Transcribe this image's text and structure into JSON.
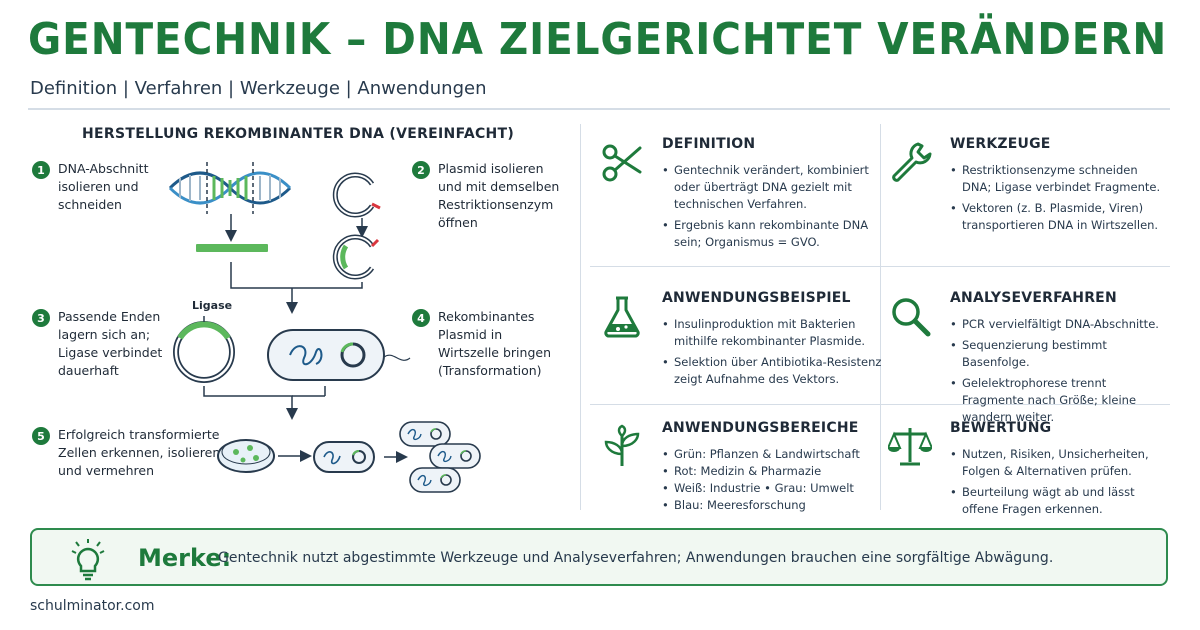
{
  "header": {
    "title": "GENTECHNIK – DNA ZIELGERICHTET VERÄNDERN",
    "subtitle": "Definition  |  Verfahren  |  Werkzeuge  |  Anwendungen"
  },
  "diagram": {
    "title": "HERSTELLUNG REKOMBINANTER DNA (VEREINFACHT)",
    "ligase_label": "Ligase",
    "steps": [
      {
        "num": "1",
        "text": "DNA-Abschnitt\nisolieren und\nschneiden"
      },
      {
        "num": "2",
        "text": "Plasmid isolieren\nund mit demselben\nRestriktionsenzym\nöffnen"
      },
      {
        "num": "3",
        "text": "Passende Enden\nlagern sich an;\nLigase verbindet\ndauerhaft"
      },
      {
        "num": "4",
        "text": "Rekombinantes\nPlasmid in\nWirtszelle bringen\n(Transformation)"
      },
      {
        "num": "5",
        "text": "Erfolgreich transformierte\nZellen erkennen, isolieren\nund vermehren"
      }
    ]
  },
  "cards": {
    "definition": {
      "title": "DEFINITION",
      "icon": "scissors-icon",
      "items": [
        "Gentechnik verändert, kombiniert oder überträgt DNA gezielt mit technischen Verfahren.",
        "Ergebnis kann rekombinante DNA sein; Organismus = GVO."
      ]
    },
    "werkzeuge": {
      "title": "WERKZEUGE",
      "icon": "wrench-icon",
      "items": [
        "Restriktionsenzyme schneiden DNA; Ligase verbindet Fragmente.",
        "Vektoren (z. B. Plasmide, Viren) transportieren DNA in Wirtszellen."
      ]
    },
    "anwendungsbeispiel": {
      "title": "ANWENDUNGSBEISPIEL",
      "icon": "flask-icon",
      "items": [
        "Insulinproduktion mit Bakterien mithilfe rekombinanter Plasmide.",
        "Selektion über Antibiotika-Resistenz zeigt Aufnahme des Vektors."
      ]
    },
    "analyseverfahren": {
      "title": "ANALYSEVERFAHREN",
      "icon": "magnifier-icon",
      "items": [
        "PCR vervielfältigt DNA-Abschnitte.",
        "Sequenzierung bestimmt Basenfolge.",
        "Gelelektrophorese trennt Fragmente nach Größe; kleine wandern weiter."
      ]
    },
    "anwendungsbereiche": {
      "title": "ANWENDUNGSBEREICHE",
      "icon": "plant-icon",
      "items": [
        "Grün: Pflanzen & Landwirtschaft",
        "Rot: Medizin & Pharmazie",
        "Weiß: Industrie  •  Grau: Umwelt",
        "Blau: Meeresforschung"
      ]
    },
    "bewertung": {
      "title": "BEWERTUNG",
      "icon": "scales-icon",
      "items": [
        "Nutzen, Risiken, Unsicherheiten, Folgen & Alternativen prüfen.",
        "Beurteilung wägt ab und lässt offene Fragen erkennen."
      ]
    }
  },
  "merke": {
    "label": "Merke:",
    "text": "Gentechnik nutzt abgestimmte Werkzeuge und Analyseverfahren; Anwendungen brauchen eine sorgfältige Abwägung.",
    "icon": "lightbulb-icon"
  },
  "footer": {
    "text": "schulminator.com"
  },
  "colors": {
    "accent": "#1e7a3c",
    "light_green": "#5cb85c",
    "dna_blue": "#1e5a8a",
    "red": "#d9363e"
  }
}
